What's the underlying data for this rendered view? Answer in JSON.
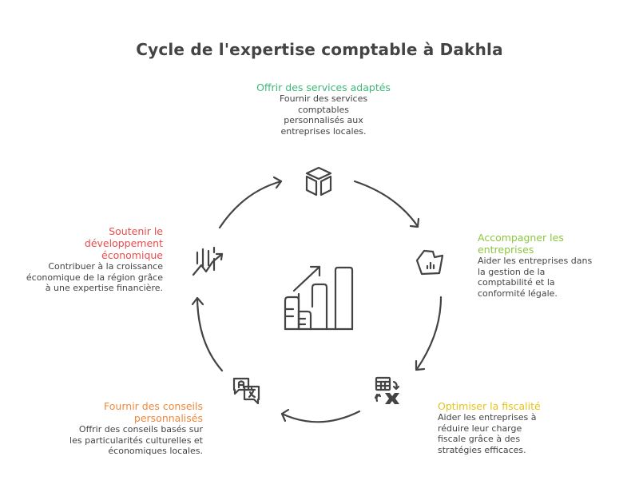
{
  "title": "Cycle de l'expertise comptable à Dakhla",
  "colors": {
    "text": "#444444",
    "stroke": "#444444",
    "node1": "#3cb878",
    "node2": "#8cc63f",
    "node3": "#e6c419",
    "node4": "#f0883a",
    "node5": "#e84c4c"
  },
  "center": {
    "icon": "bar-chart-growth-icon"
  },
  "nodes": [
    {
      "id": "offrir-services",
      "heading": "Offrir des services adaptés",
      "description": "Fournir des services comptables personnalisés aux entreprises locales.",
      "icon": "box-icon",
      "color": "#3cb878"
    },
    {
      "id": "accompagner",
      "heading": "Accompagner les entreprises",
      "description": "Aider les entreprises dans la gestion de la comptabilité et la conformité légale.",
      "icon": "chart-tag-icon",
      "color": "#8cc63f"
    },
    {
      "id": "optimiser-fiscalite",
      "heading": "Optimiser la fiscalité",
      "description": "Aider les entreprises à réduire leur charge fiscale grâce à des stratégies efficaces.",
      "icon": "spreadsheet-convert-icon",
      "color": "#e6c419"
    },
    {
      "id": "conseils",
      "heading": "Fournir des conseils personnalisés",
      "description": "Offrir des conseils basés sur les particularités culturelles et économiques locales.",
      "icon": "translate-icon",
      "color": "#f0883a"
    },
    {
      "id": "soutenir",
      "heading": "Soutenir le développement économique",
      "description": "Contribuer à la croissance économique de la région grâce à une expertise financière.",
      "icon": "trend-up-icon",
      "color": "#e84c4c"
    }
  ]
}
